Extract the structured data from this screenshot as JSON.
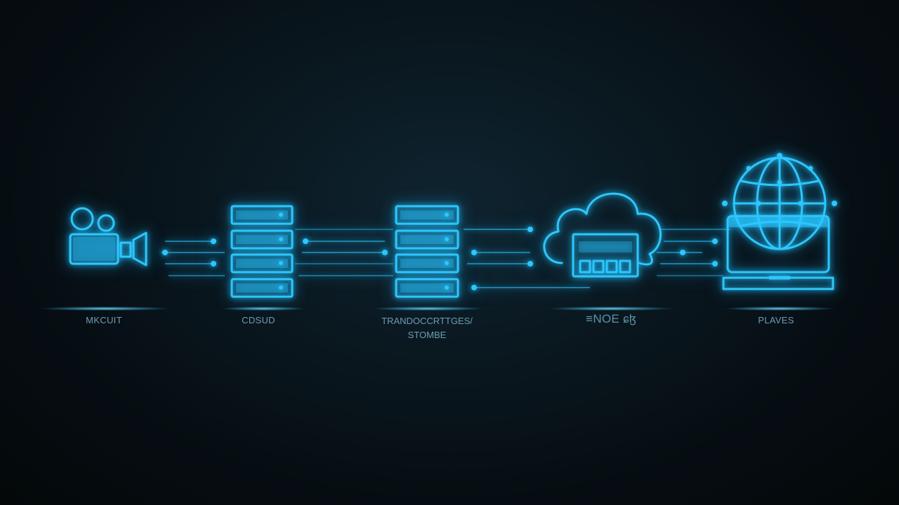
{
  "colors": {
    "accent": "#2ec6ff",
    "background": "#060d12",
    "label": "#6f9db4"
  },
  "stages": [
    {
      "id": "ingest",
      "icon": "video-camera-icon",
      "label": "MKCUIT"
    },
    {
      "id": "cdn",
      "icon": "server-rack-icon",
      "label": "CDSUD"
    },
    {
      "id": "transcoding",
      "icon": "server-rack-icon",
      "label_lines": [
        "TRANDOCCRTTGES/",
        "STOMBE"
      ]
    },
    {
      "id": "cloud",
      "icon": "cloud-server-icon",
      "label": "≡NOE ɕɮ"
    },
    {
      "id": "players",
      "icon": "globe-laptop-icon",
      "label": "PLAVES"
    }
  ]
}
